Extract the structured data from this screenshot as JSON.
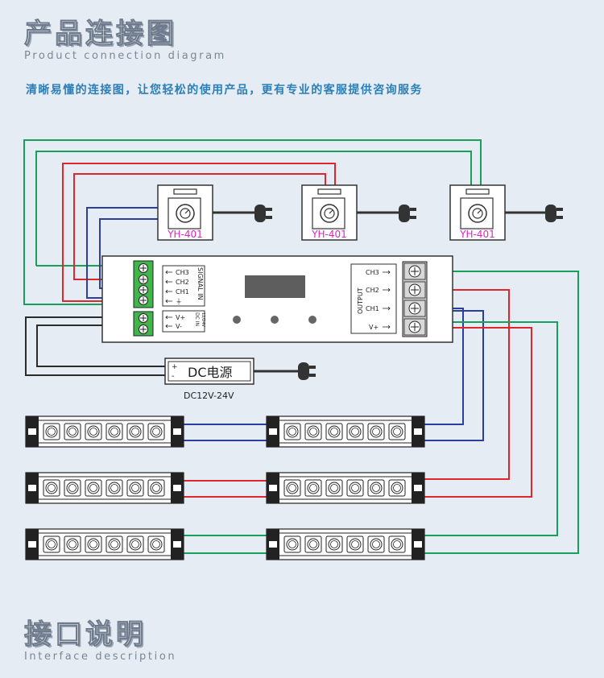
{
  "header": {
    "title_zh": "产品连接图",
    "title_en": "Product connection diagram",
    "subtitle": "清晰易懂的连接图，让您轻松的使用产品，更有专业的客服提供咨询服务"
  },
  "dimmers": [
    {
      "label": "YH-401"
    },
    {
      "label": "YH-401"
    },
    {
      "label": "YH-401"
    }
  ],
  "controller": {
    "signal_in_label": "SIGNAL IN",
    "signal_pins": [
      "CH3",
      "CH2",
      "CH1",
      "⏚"
    ],
    "dc_in_label": "DC IN",
    "dc_in_sub": "12/24V",
    "dc_pins": [
      "V+",
      "V-"
    ],
    "output_label": "OUTPUT",
    "output_pins": [
      "CH3",
      "CH2",
      "CH1",
      "V+"
    ]
  },
  "power": {
    "label": "DC电源",
    "voltage": "DC12V-24V",
    "plus": "+",
    "minus": "-"
  },
  "footer": {
    "title_zh": "接口说明",
    "title_en": "Interface description"
  },
  "colors": {
    "background": "#e6ecf3",
    "wire_green": "#18a05a",
    "wire_red": "#e0262d",
    "wire_blue": "#2a3f9e",
    "terminal_green": "#3fb54a",
    "dimmer_label": "#e020c8"
  }
}
